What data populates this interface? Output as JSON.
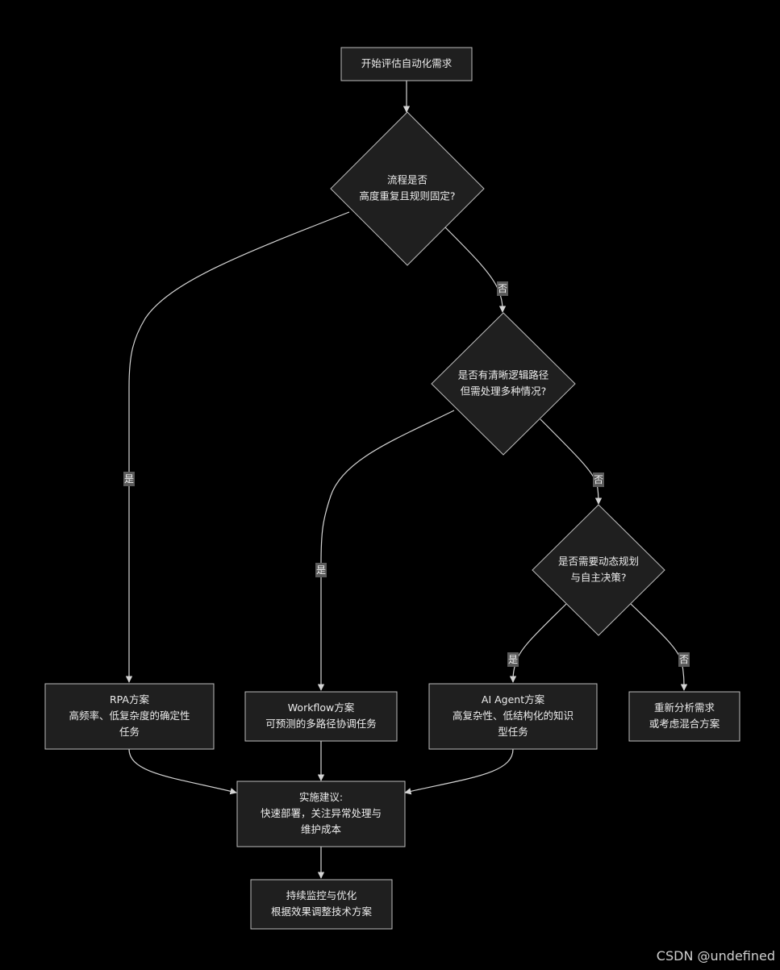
{
  "nodes": {
    "start": {
      "lines": [
        "开始评估自动化需求"
      ]
    },
    "q1": {
      "lines": [
        "流程是否",
        "高度重复且规则固定?"
      ]
    },
    "q2": {
      "lines": [
        "是否有清晰逻辑路径",
        "但需处理多种情况?"
      ]
    },
    "q3": {
      "lines": [
        "是否需要动态规划",
        "与自主决策?"
      ]
    },
    "rpa": {
      "lines": [
        "RPA方案",
        "高频率、低复杂度的确定性",
        "任务"
      ]
    },
    "workflow": {
      "lines": [
        "Workflow方案",
        "可预测的多路径协调任务"
      ]
    },
    "agent": {
      "lines": [
        "AI Agent方案",
        "高复杂性、低结构化的知识",
        "型任务"
      ]
    },
    "reanalyze": {
      "lines": [
        "重新分析需求",
        "或考虑混合方案"
      ]
    },
    "impl": {
      "lines": [
        "实施建议:",
        "快速部署，关注异常处理与",
        "维护成本"
      ]
    },
    "monitor": {
      "lines": [
        "持续监控与优化",
        "根据效果调整技术方案"
      ]
    }
  },
  "edge_labels": {
    "q1_yes": "是",
    "q1_no": "否",
    "q2_yes": "是",
    "q2_no": "否",
    "q3_yes": "是",
    "q3_no": "否"
  },
  "watermark": "CSDN @undefined",
  "colors": {
    "background": "#000000",
    "node_fill": "#1f1f1f",
    "node_stroke": "#bdbdbd",
    "edge": "#d4d4d4",
    "label_bg": "#5a5a5a"
  }
}
